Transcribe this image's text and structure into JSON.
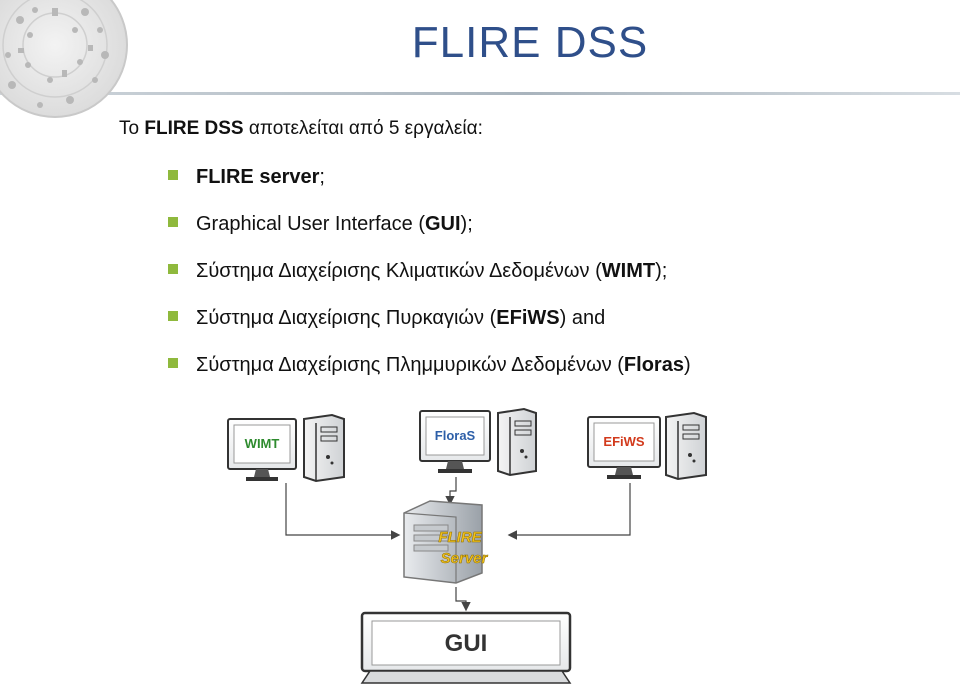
{
  "header": {
    "title": "FLIRE DSS"
  },
  "intro": {
    "prefix": "To ",
    "bold": "FLIRE DSS",
    "suffix": " αποτελείται από 5 εργαλεία:"
  },
  "tools": [
    {
      "pre": "",
      "bold": "FLIRE server",
      "post": ";"
    },
    {
      "pre": "Graphical User Interface (",
      "bold": "GUI",
      "post": ");"
    },
    {
      "pre": "Σύστημα Διαχείρισης Κλιματικών Δεδομένων (",
      "bold": "WIMT",
      "post": ");"
    },
    {
      "pre": "Σύστημα Διαχείρισης Πυρκαγιών (",
      "bold": "EFiWS",
      "post": ") and"
    },
    {
      "pre": "Σύστημα Διαχείρισης Πλημμυρικών Δεδομένων (",
      "bold": "Floras",
      "post": ")"
    }
  ],
  "diagram": {
    "wimt": "WIMT",
    "floras": "FloraS",
    "efiws": "EFiWS",
    "server_line1": "FLIRE",
    "server_line2": "Server",
    "gui": "GUI"
  },
  "colors": {
    "title": "#2f4f8a",
    "bullet": "#8fb93d",
    "wimt": "#2e8b2e",
    "floras": "#2d5fa8",
    "efiws": "#d23a1c",
    "server_text": "#f2c21b"
  },
  "icons": {
    "logo": "phaistos-disc-icon",
    "workstation": "computer-icon",
    "server": "server-icon",
    "monitor": "monitor-icon"
  }
}
